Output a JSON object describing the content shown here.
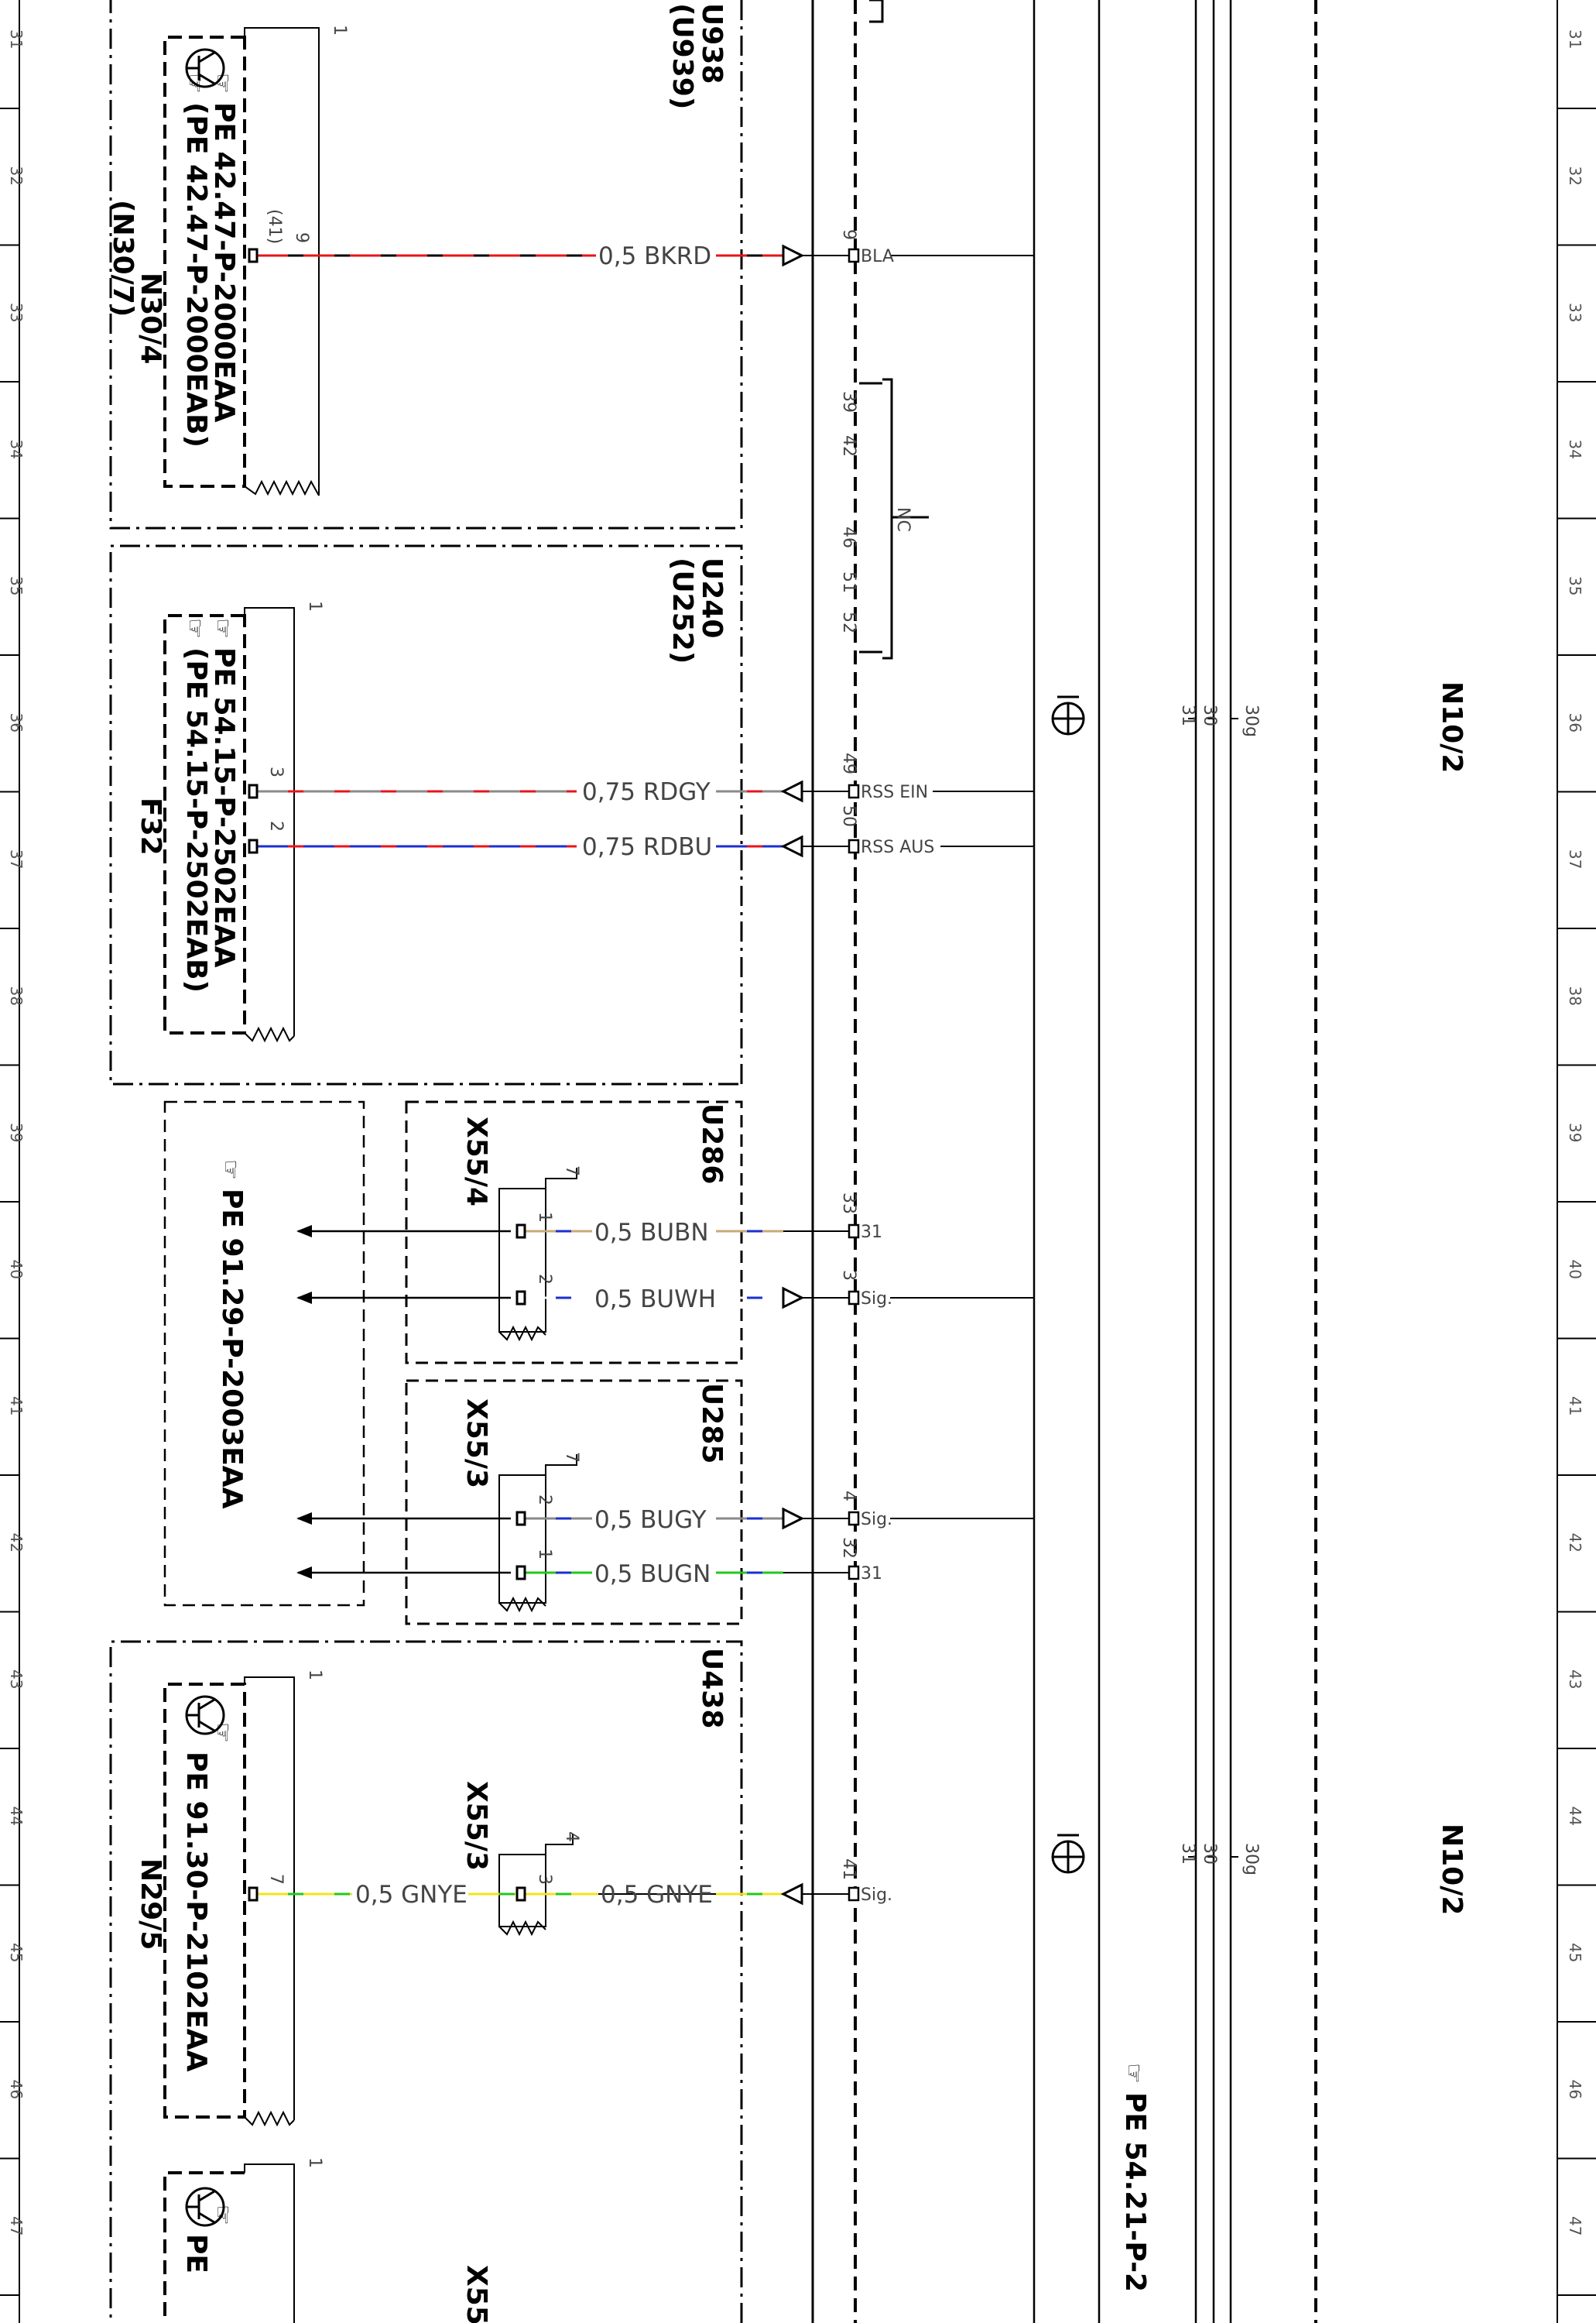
{
  "grid": {
    "numbers": [
      "31",
      "32",
      "33",
      "34",
      "35",
      "36",
      "37",
      "38",
      "39",
      "40",
      "41",
      "42",
      "43",
      "44",
      "45",
      "46",
      "47"
    ]
  },
  "module_labels": {
    "n30_4": "N30/4",
    "n30_7": "(N30/7)",
    "f32": "F32",
    "n29_5": "N29/5",
    "n10_2_a": "N10/2",
    "n10_2_b": "N10/2"
  },
  "zone_labels": {
    "u938": "U938",
    "u939": "(U939)",
    "u240": "U240",
    "u252": "(U252)",
    "u286": "U286",
    "u285": "U285",
    "u438": "U438"
  },
  "connector_labels": {
    "x55_4": "X55/4",
    "x55_3a": "X55/3",
    "x55_3b": "X55/3",
    "x55_partial": "X55"
  },
  "doc_refs": {
    "ref1": "PE 42.47-P-2000EAA",
    "ref2": "(PE 42.47-P-2000EAB)",
    "ref3": "PE 54.15-P-2502EAA",
    "ref4": "(PE 54.15-P-2502EAB)",
    "ref5": "PE 91.29-P-2003EAA",
    "ref6": "PE 91.30-P-2102EAA",
    "ref7": "PE 54.21-P-2",
    "ref8": "PE"
  },
  "wires": [
    {
      "label": "0,5 BKRD",
      "colors": [
        "#000000",
        "#e8141b"
      ]
    },
    {
      "label": "0,75 RDGY",
      "colors": [
        "#e8141b",
        "#8a8a8a"
      ]
    },
    {
      "label": "0,75 RDBU",
      "colors": [
        "#e8141b",
        "#1d2fd0"
      ]
    },
    {
      "label": "0,5 BUBN",
      "colors": [
        "#1d2fd0",
        "#c8aa78"
      ]
    },
    {
      "label": "0,5 BUWH",
      "colors": [
        "#1d2fd0",
        "#ffffff"
      ]
    },
    {
      "label": "0,5 BUGY",
      "colors": [
        "#1d2fd0",
        "#8a8a8a"
      ]
    },
    {
      "label": "0,5 BUGN",
      "colors": [
        "#1d2fd0",
        "#22c81e"
      ]
    },
    {
      "label": "0,5 GNYE",
      "colors": [
        "#22c81e",
        "#f2e41c"
      ]
    },
    {
      "label": "0,5 GNYE",
      "colors": [
        "#22c81e",
        "#f2e41c"
      ]
    }
  ],
  "signal_labels": {
    "bla": "BLA",
    "rss_ein": "RSS EIN",
    "rss_aus": "RSS AUS",
    "gnd_1": "31",
    "sig_1": "Sig.",
    "sig_2": "Sig.",
    "gnd_2": "31",
    "sig_3": "Sig.",
    "nc": "NC"
  },
  "pins": {
    "p9": "9",
    "p9_alt": "(41)",
    "p9_right": "9",
    "p39": "39",
    "p42": "42",
    "p46": "46",
    "p51": "51",
    "p52": "52",
    "p3_left": "3",
    "p2_left": "2",
    "p49": "49",
    "p50": "50",
    "p1_x554": "1",
    "p2_x554": "2",
    "p7_x554": "7",
    "p33": "33",
    "p3_right": "3",
    "p2_x553": "2",
    "p1_x553": "1",
    "p7_x553": "7",
    "p4_right": "4",
    "p32": "32",
    "p7_n295": "7",
    "p3_x553b": "3",
    "p4_x553b": "4",
    "p41": "41",
    "lead1_a": "1",
    "lead1_b": "1",
    "lead1_c": "1",
    "lead1_d": "1"
  },
  "bus_labels": {
    "a_31": "31",
    "a_30": "30",
    "a_30g": "30g",
    "b_31": "31",
    "b_30": "30",
    "b_30g": "30g"
  }
}
